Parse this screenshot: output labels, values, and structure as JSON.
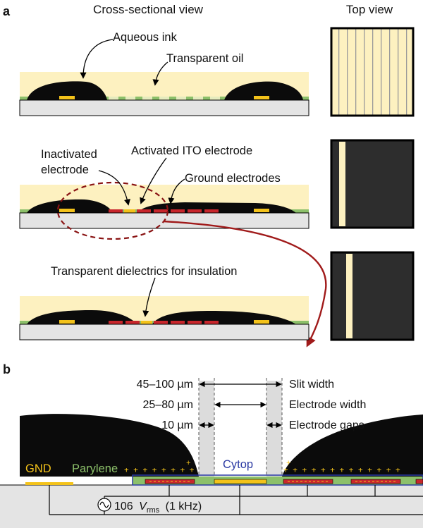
{
  "panel_a": {
    "letter": "a",
    "header_cross": "Cross-sectional view",
    "header_top": "Top view",
    "row1": {
      "aqueous_ink": "Aqueous ink",
      "transparent_oil": "Transparent oil"
    },
    "row2": {
      "inactivated_line1": "Inactivated",
      "inactivated_line2": "electrode",
      "activated_ito": "Activated ITO electrode",
      "ground_electrodes": "Ground electrodes"
    },
    "row3": {
      "dielectrics": "Transparent dielectrics for insulation"
    }
  },
  "panel_b": {
    "letter": "b",
    "dim_slit_value": "45–100 µm",
    "dim_slit_label": "Slit width",
    "dim_electrode_value": "25–80 µm",
    "dim_electrode_label": "Electrode width",
    "dim_gap_value": "10 µm",
    "dim_gap_label": "Electrode gaps",
    "gnd": "GND",
    "parylene": "Parylene",
    "cytop": "Cytop",
    "source_value": "106",
    "source_v": "V",
    "source_sub": "rms",
    "source_freq": "(1 kHz)"
  },
  "colors": {
    "oil": "#fdf1c0",
    "ink": "#0b0b0b",
    "substrate": "#e4e4e4",
    "dielectric": "#8cc06a",
    "electrode_yellow": "#f3c21a",
    "electrode_red": "#c8262c",
    "arrow_red": "#a01a1a",
    "cytop_blue": "#2b3aa3",
    "top_dark": "#2d2d2d",
    "top_light": "#fdf1c0"
  }
}
